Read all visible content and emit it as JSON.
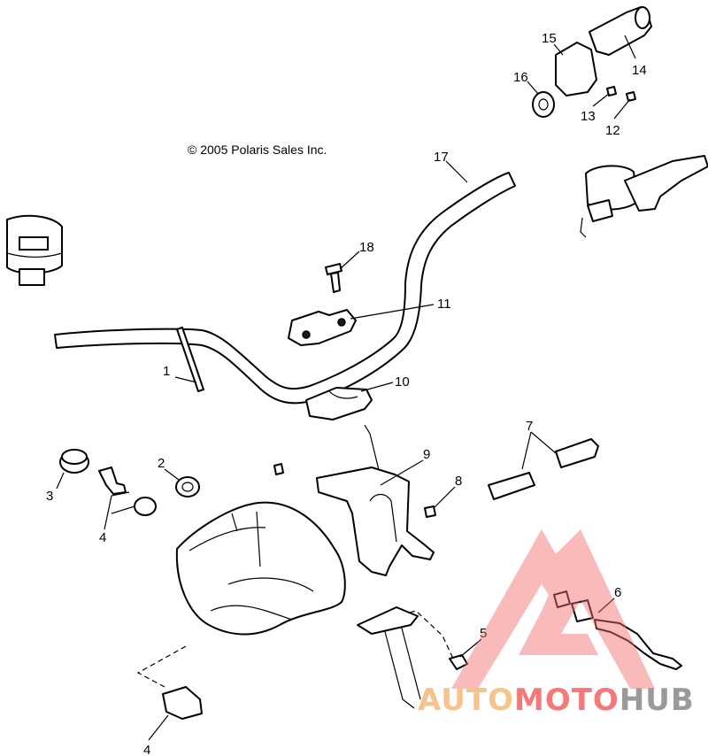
{
  "copyright": "© 2005 Polaris Sales Inc.",
  "callouts": [
    {
      "id": "c1",
      "label": "1"
    },
    {
      "id": "c2",
      "label": "2"
    },
    {
      "id": "c3",
      "label": "3"
    },
    {
      "id": "c4a",
      "label": "4"
    },
    {
      "id": "c4b",
      "label": "4"
    },
    {
      "id": "c5",
      "label": "5"
    },
    {
      "id": "c6",
      "label": "6"
    },
    {
      "id": "c7",
      "label": "7"
    },
    {
      "id": "c8",
      "label": "8"
    },
    {
      "id": "c9",
      "label": "9"
    },
    {
      "id": "c10",
      "label": "10"
    },
    {
      "id": "c11",
      "label": "11"
    },
    {
      "id": "c12",
      "label": "12"
    },
    {
      "id": "c13",
      "label": "13"
    },
    {
      "id": "c14",
      "label": "14"
    },
    {
      "id": "c15",
      "label": "15"
    },
    {
      "id": "c16",
      "label": "16"
    },
    {
      "id": "c17",
      "label": "17"
    },
    {
      "id": "c18",
      "label": "18"
    }
  ],
  "watermark": {
    "part1": "AUTO",
    "part2": "MOTO",
    "part3": "HUB",
    "color_auto": "#f6c48a",
    "color_moto": "#f47a7a",
    "color_hub": "#9a9a9a",
    "logo_color": "#f26b6b"
  }
}
